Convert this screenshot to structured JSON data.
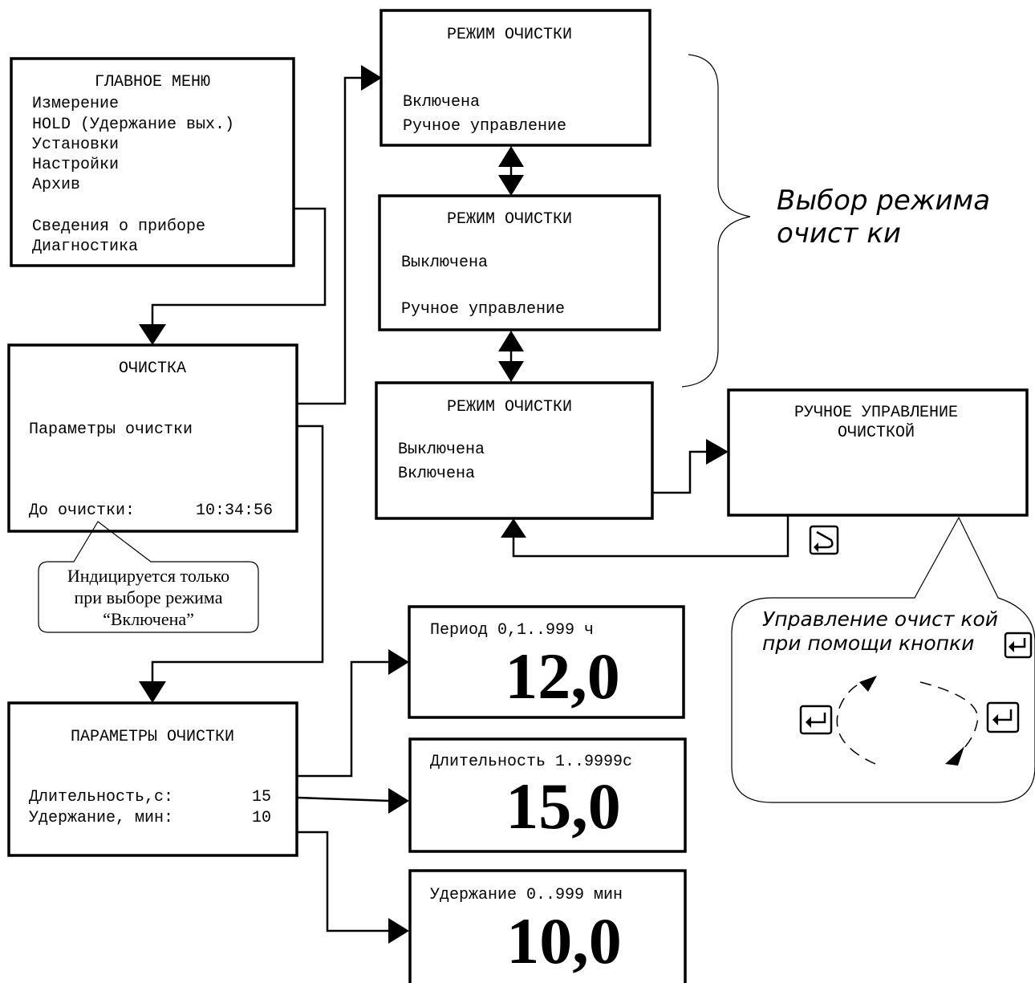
{
  "main_menu": {
    "title": "ГЛАВНОЕ МЕНЮ",
    "items": [
      "Измерение",
      "HOLD (Удержание вых.)",
      "Установки",
      "Настройки",
      "Архив",
      "",
      "Сведения о приборе",
      "Диагностика"
    ]
  },
  "cleaning": {
    "title": "ОЧИСТКА",
    "item": "Параметры очистки",
    "timer_label": "До очистки:",
    "timer_value": "10:34:56"
  },
  "callout_timer": {
    "lines": [
      "Индицируется только",
      "при выборе режима",
      "“Включена”"
    ]
  },
  "mode_screens": [
    {
      "title": "РЕЖИМ ОЧИСТКИ",
      "line1": "Включена",
      "line2": "Ручное управление"
    },
    {
      "title": "РЕЖИМ ОЧИСТКИ",
      "line1": "Выключена",
      "line2": "Ручное управление"
    },
    {
      "title": "РЕЖИМ ОЧИСТКИ",
      "line1": "Выключена",
      "line2": "Включена"
    }
  ],
  "mode_select_label": [
    "Выбор режима",
    "очист ки"
  ],
  "manual_control": {
    "title_line1": "РУЧНОЕ УПРАВЛЕНИЕ",
    "title_line2": "ОЧИСТКОЙ"
  },
  "manual_callout": {
    "lines": [
      "Управление очист кой",
      "при помощи кнопки"
    ]
  },
  "params": {
    "title": "ПАРАМЕТРЫ ОЧИСТКИ",
    "duration_label": "Длительность,с:",
    "duration_value": "15",
    "hold_label": "Удержание, мин:",
    "hold_value": "10"
  },
  "edit_screens": [
    {
      "label": "Период 0,1..999 ч",
      "value": "12,0"
    },
    {
      "label": "Длительность 1..9999с",
      "value": "15,0"
    },
    {
      "label": "Удержание 0..999 мин",
      "value": "10,0"
    }
  ],
  "icons": {
    "return_key": "return-arrow-key-icon",
    "enter_key": "enter-key-icon"
  }
}
